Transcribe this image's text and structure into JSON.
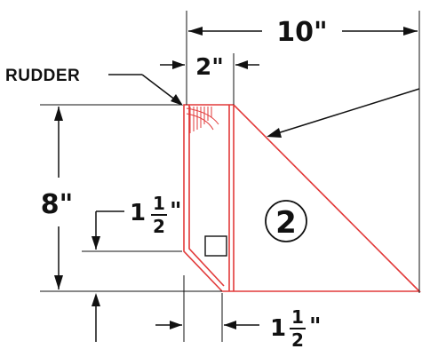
{
  "diagram": {
    "rudder_label": "RUDDER",
    "part_number": "2",
    "dimensions": {
      "overall_width": "10\"",
      "rudder_width": "2\"",
      "height": "8\"",
      "left_offset_whole": "1",
      "left_offset_num": "1",
      "left_offset_den": "2",
      "left_offset_unit": "\"",
      "bottom_offset_whole": "1",
      "bottom_offset_num": "1",
      "bottom_offset_den": "2",
      "bottom_offset_unit": "\""
    },
    "colors": {
      "outline": "#e23a3a",
      "dimension": "#111111"
    }
  }
}
